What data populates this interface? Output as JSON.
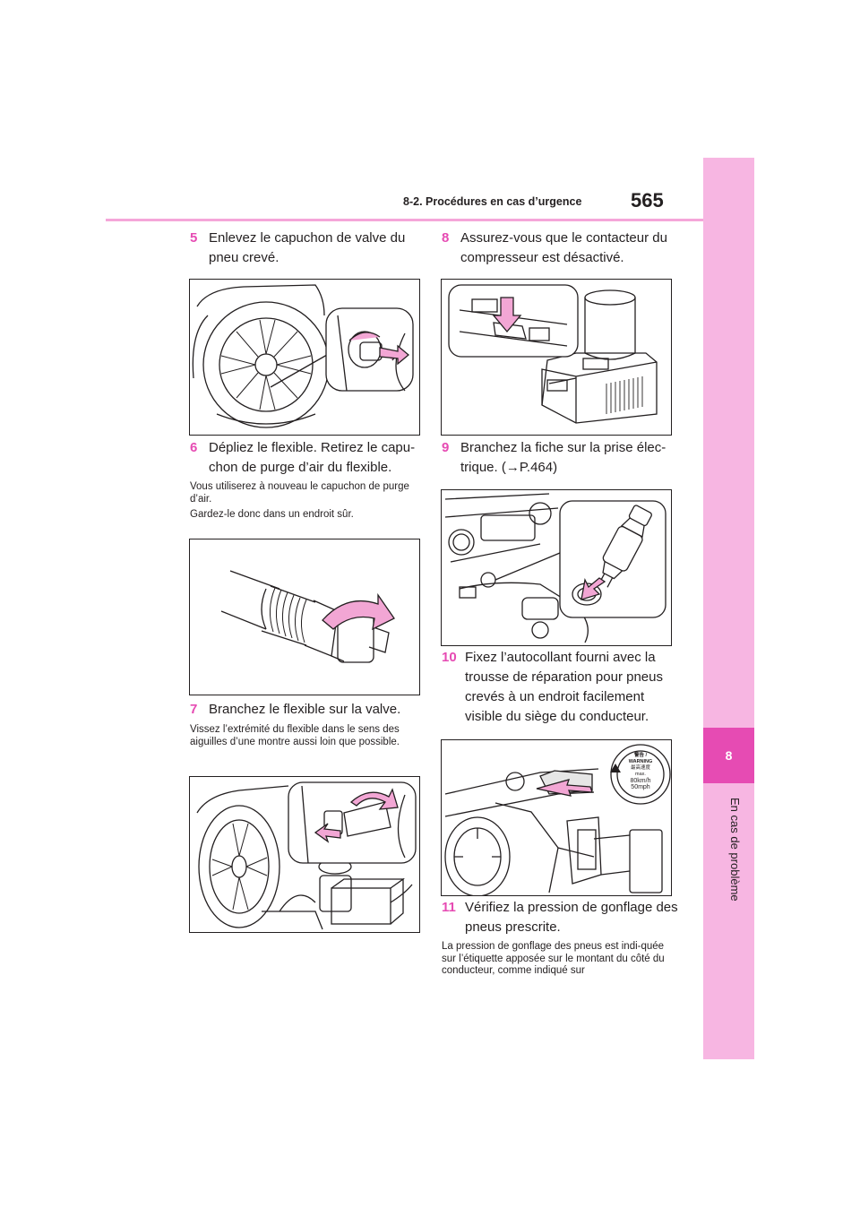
{
  "header": {
    "section_title": "8-2. Procédures en cas d’urgence",
    "page_number": "565"
  },
  "side_tab": {
    "chapter_number": "8",
    "chapter_title": "En cas de problème"
  },
  "left_column": {
    "step5": {
      "number": "5",
      "line1": "Enlevez le capuchon de valve du",
      "line2": "pneu crevé."
    },
    "step6": {
      "number": "6",
      "line1": "Dépliez le flexible. Retirez le capu-",
      "line2": "chon de purge d’air du flexible."
    },
    "step6_note1": "Vous utiliserez à nouveau le capuchon de purge d’air.",
    "step6_note2": "Gardez-le donc dans un endroit sûr.",
    "step7": {
      "number": "7",
      "line1": "Branchez le flexible sur la valve."
    },
    "step7_note": "Vissez l’extrémité du flexible dans le sens des aiguilles d’une montre aussi loin que possible."
  },
  "right_column": {
    "step8": {
      "number": "8",
      "line1": "Assurez-vous que le contacteur du",
      "line2": "compresseur est désactivé."
    },
    "step9": {
      "number": "9",
      "line1": "Branchez la fiche sur la prise élec-",
      "line2": "trique. (→P.464)"
    },
    "step10": {
      "number": "10",
      "line1": "Fixez l’autocollant fourni avec la",
      "line2": "trousse de réparation pour pneus",
      "line3": "crevés à un endroit facilement",
      "line4": "visible du siège du conducteur."
    },
    "step11": {
      "number": "11",
      "line1": "Vérifiez la pression de gonflage des",
      "line2": "pneus prescrite."
    },
    "step11_note": "La pression de gonflage des pneus est indi-quée sur l’étiquette apposée sur le montant du côté du conducteur, comme indiqué sur"
  },
  "sticker": {
    "warning_jp": "警告",
    "warning_en": "WARNING",
    "speed_jp": "最高速度",
    "max": "max.",
    "kmh": "80km/h",
    "mph": "50mph"
  },
  "colors": {
    "accent": "#e64bb3",
    "tab": "#f7b6e2",
    "rule": "#f5a6d9",
    "arrow_fill": "#f2a6d4"
  }
}
